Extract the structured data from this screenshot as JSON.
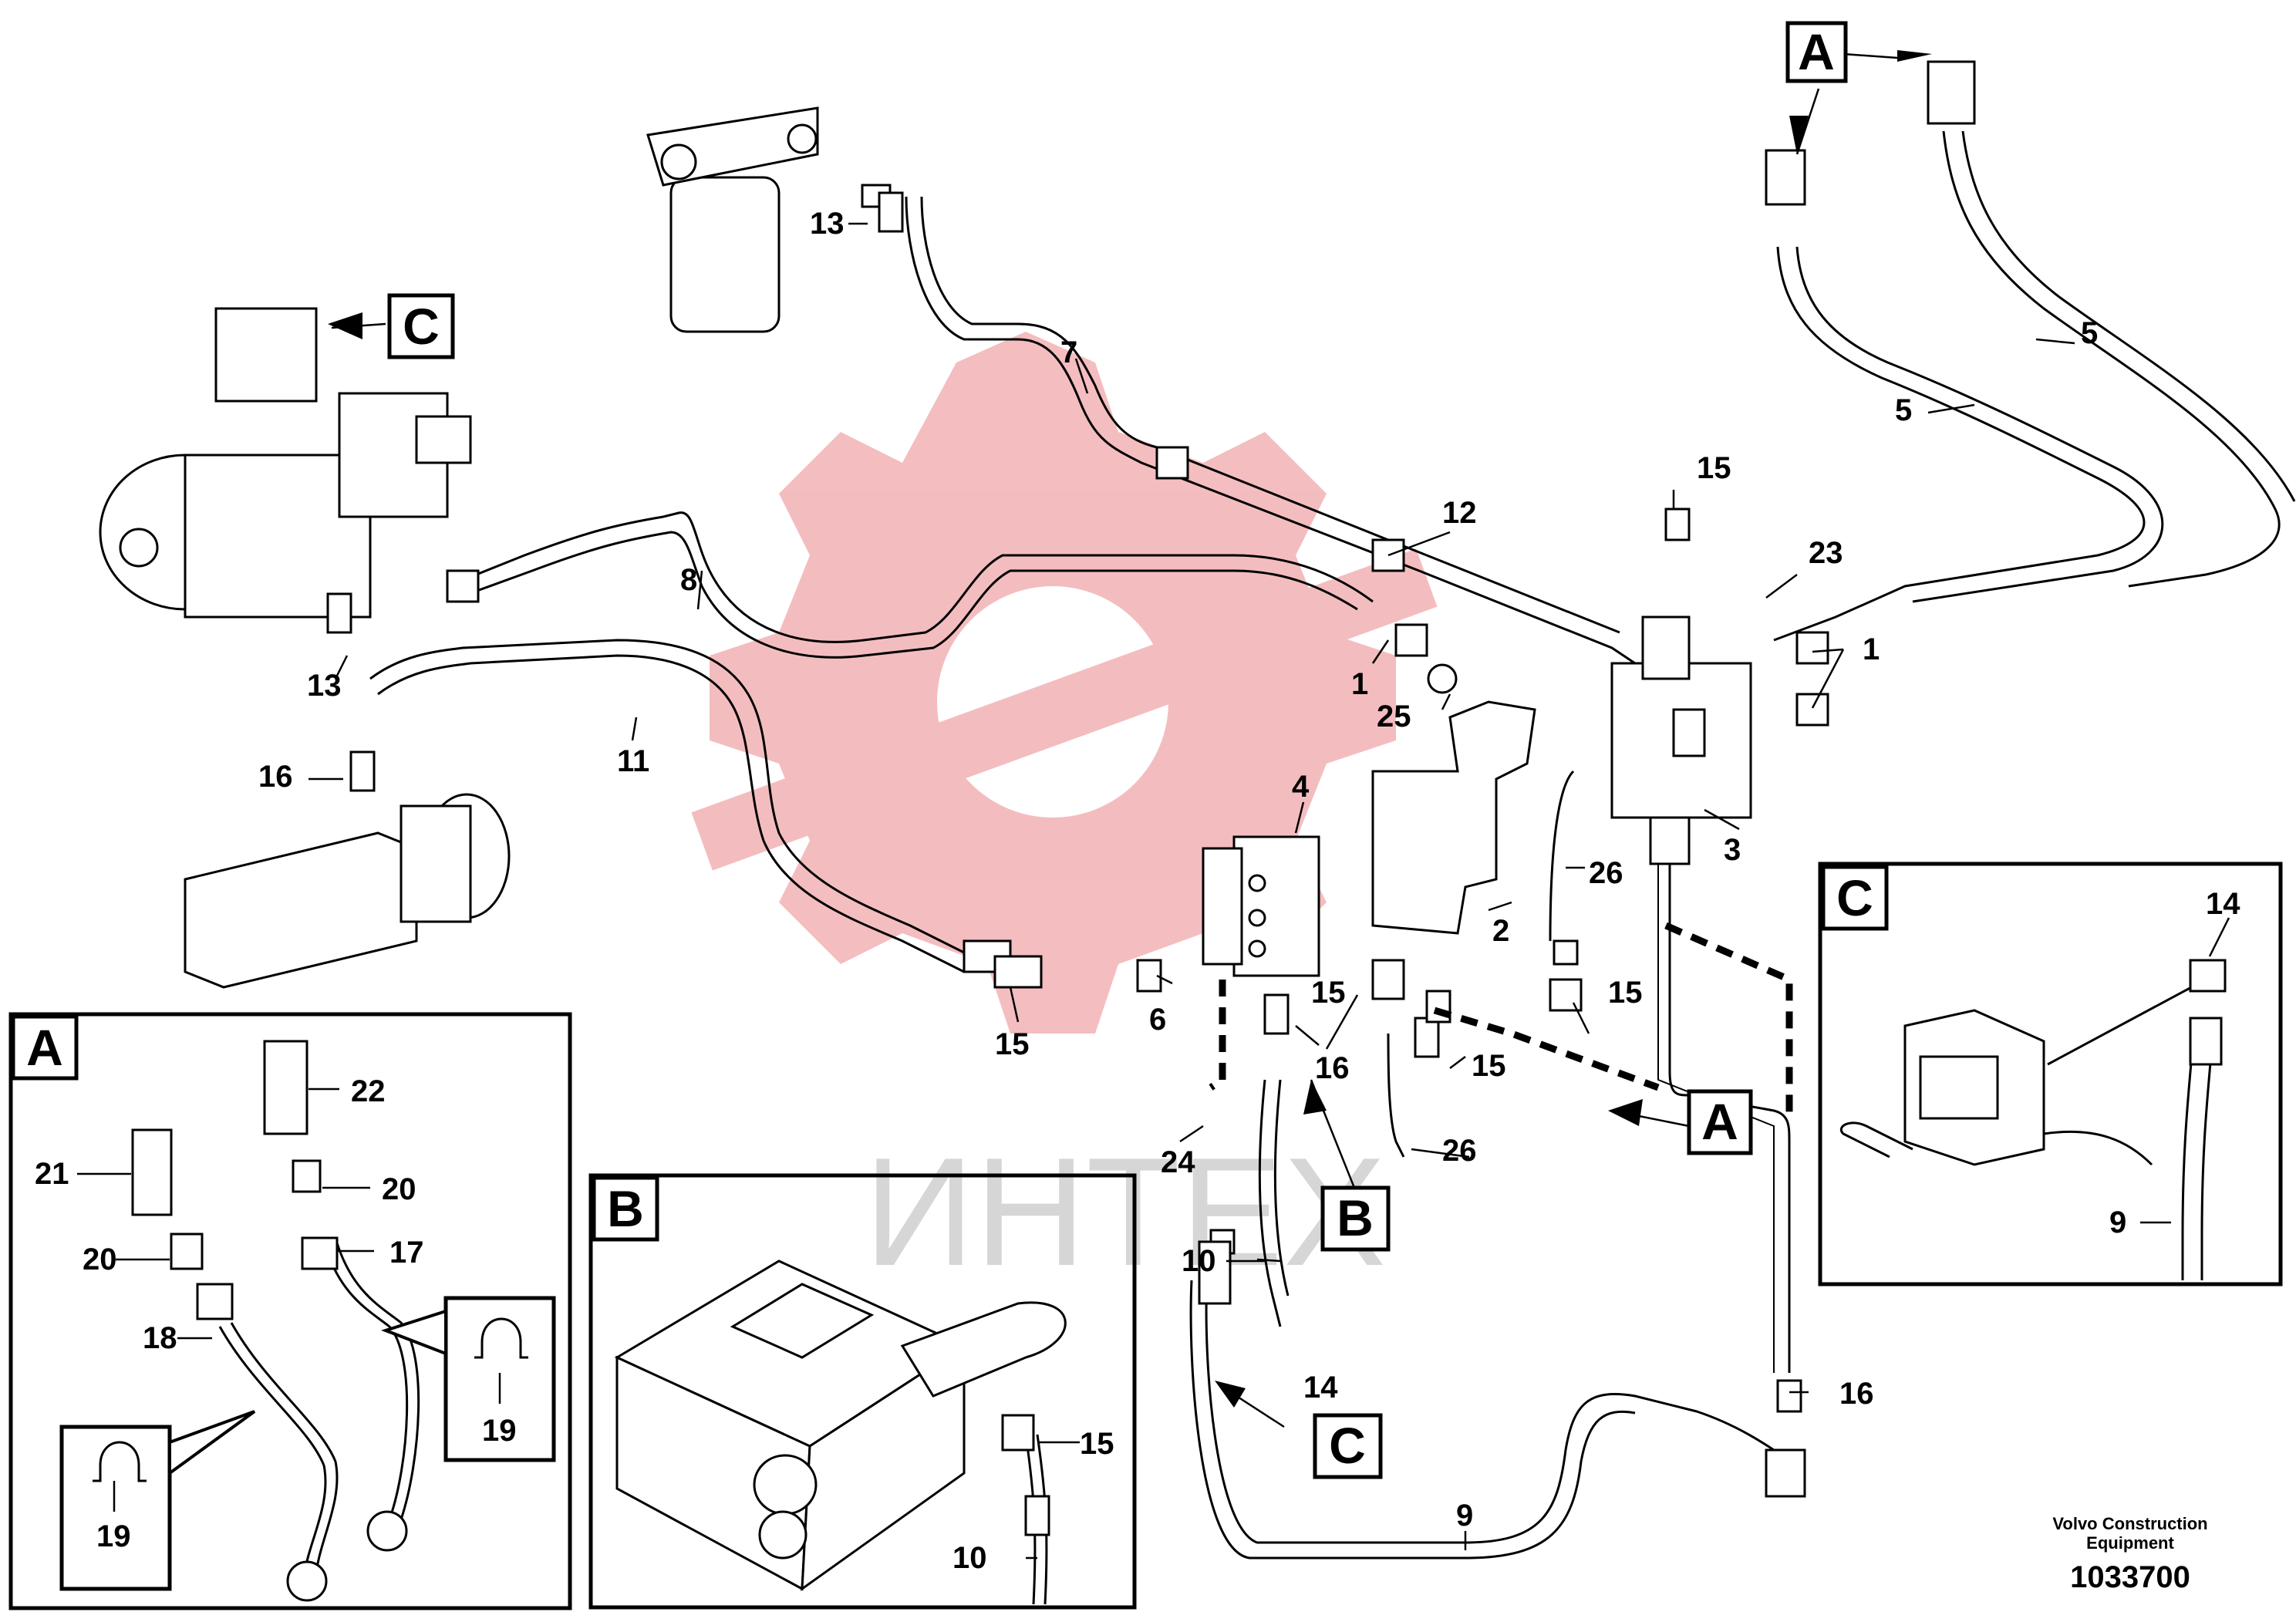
{
  "document": {
    "company_line1": "Volvo Construction",
    "company_line2": "Equipment",
    "drawing_number": "1033700",
    "watermark_text": "ИНТЕХ"
  },
  "callouts": {
    "view_a": "A",
    "view_b": "B",
    "view_c": "C"
  },
  "insets": {
    "a_title": "A",
    "b_title": "B",
    "c_title": "C"
  },
  "part_numbers": {
    "p1": "1",
    "p2": "2",
    "p3": "3",
    "p4": "4",
    "p5": "5",
    "p6": "6",
    "p7": "7",
    "p8": "8",
    "p9": "9",
    "p10": "10",
    "p11": "11",
    "p12": "12",
    "p13": "13",
    "p14": "14",
    "p15": "15",
    "p16": "16",
    "p17": "17",
    "p18": "18",
    "p19": "19",
    "p20": "20",
    "p21": "21",
    "p22": "22",
    "p23": "23",
    "p24": "24",
    "p25": "25",
    "p26": "26"
  },
  "colors": {
    "watermark_red": "#f2b2b5",
    "watermark_grey": "#d6d6d6",
    "ink": "#000000"
  }
}
